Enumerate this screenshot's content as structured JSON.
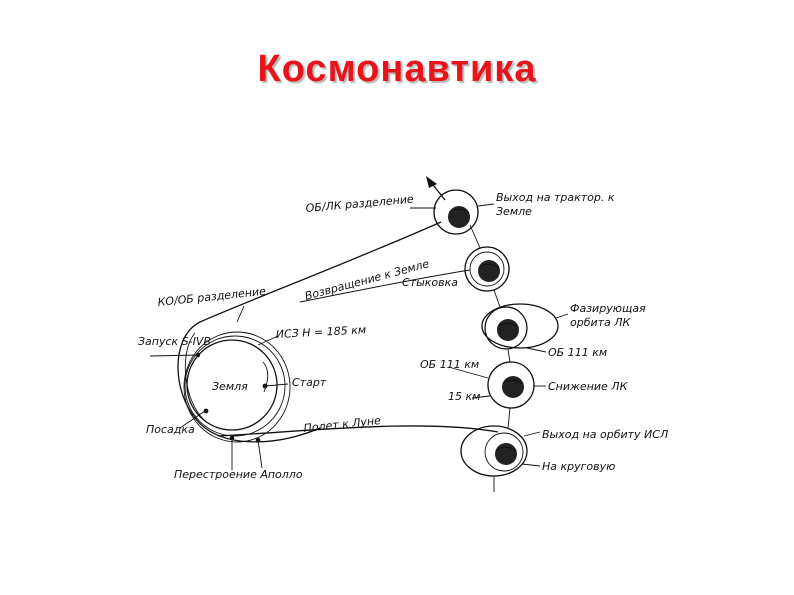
{
  "slide": {
    "title": "Космонавтика"
  },
  "diagram": {
    "labels": {
      "ob_lk_separation": "ОБ/ЛК разделение",
      "exit_trajectory_line1": "Выход на трактор. к",
      "exit_trajectory_line2": "Земле",
      "return_to_earth": "Возвращение к Земле",
      "docking": "Стыковка",
      "ko_ob_separation": "КО/ОБ разделение",
      "phasing_orbit_line1": "Фазирующая",
      "phasing_orbit_line2": "орбита ЛК",
      "launch": "Запуск S-IVB",
      "isz": "ИСЗ H = 185 км",
      "earth": "Земля",
      "start": "Старт",
      "ob_111_right": "ОБ 111 км",
      "ob_111_left": "ОБ 111 км",
      "km_15": "15 км",
      "lk_descent": "Снижение ЛК",
      "landing": "Посадка",
      "flight_to_moon": "Полет к Луне",
      "exit_isl_orbit": "Выход на орбиту ИСЛ",
      "to_circular": "На круговую",
      "apollo_rebuild": "Перестроение Аполло"
    }
  }
}
